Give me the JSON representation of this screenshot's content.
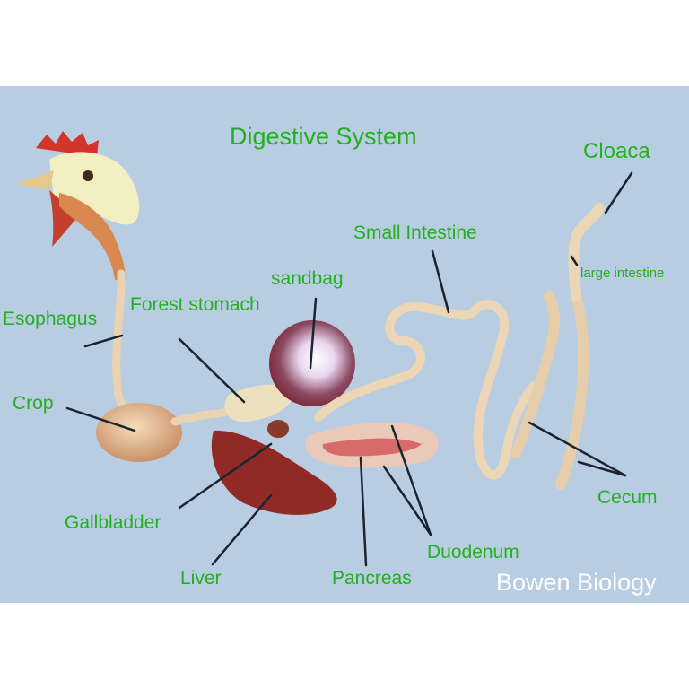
{
  "title": "Digestive System",
  "labels": {
    "cloaca": "Cloaca",
    "small_intestine": "Small Intestine",
    "large_intestine": "large intestine",
    "sandbag": "sandbag",
    "forest_stomach": "Forest stomach",
    "esophagus": "Esophagus",
    "crop": "Crop",
    "gallbladder": "Gallbladder",
    "liver": "Liver",
    "pancreas": "Pancreas",
    "duodenum": "Duodenum",
    "cecum": "Cecum"
  },
  "watermark": "Bowen Biology",
  "colors": {
    "background": "#b8cde1",
    "label": "#22b01f",
    "watermark": "#ffffff",
    "leader_line": "#1b2330"
  }
}
